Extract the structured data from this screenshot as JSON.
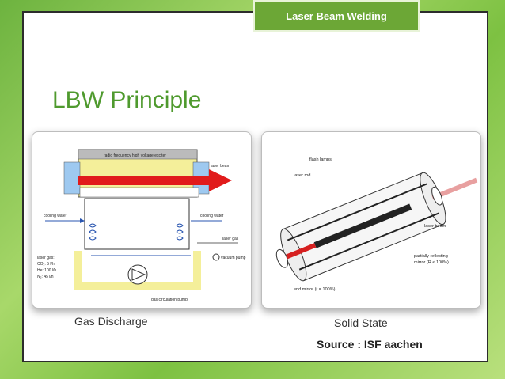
{
  "header": {
    "tab_label": "Laser Beam Welding"
  },
  "slide": {
    "title": "LBW Principle"
  },
  "left_figure": {
    "caption": "Gas Discharge",
    "labels": {
      "top": "radio frequency high voltage exciter",
      "laser_beam": "laser beam",
      "cooling_left": "cooling water",
      "cooling_right": "cooling water",
      "laser_gas": "laser gas",
      "vacuum_pump": "vacuum pump",
      "circulation_pump": "gas circulation pump",
      "gas_mix": [
        "laser gas:",
        "CO₂: 5 l/h",
        "He: 100 l/h",
        "N₂: 45 l/h"
      ]
    }
  },
  "right_figure": {
    "caption": "Solid State",
    "labels": {
      "flash_lamps": "flash lamps",
      "laser_rod": "laser rod",
      "laser_beam": "laser beam",
      "partial_mirror": [
        "partially reflecting",
        "mirror (R < 100%)"
      ],
      "end_mirror": "end mirror (r = 100%)"
    }
  },
  "source": "Source : ISF aachen"
}
